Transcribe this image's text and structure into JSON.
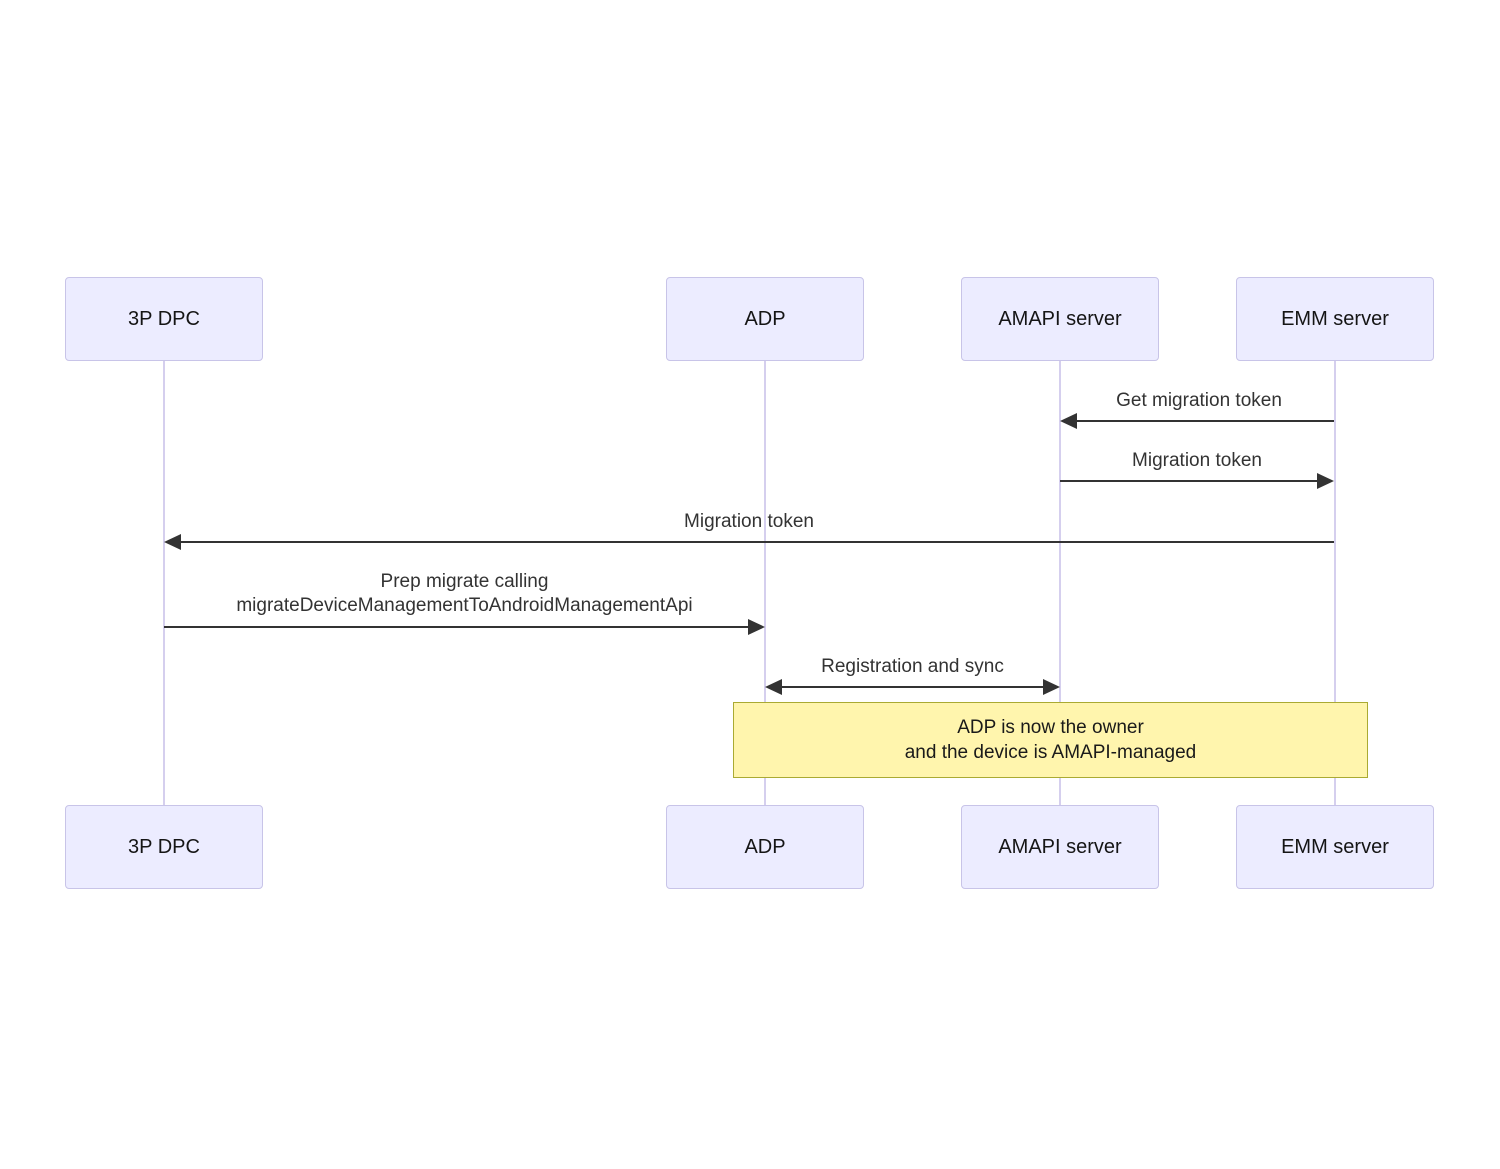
{
  "diagram": {
    "type": "sequence",
    "actors": [
      {
        "label": "3P DPC"
      },
      {
        "label": "ADP"
      },
      {
        "label": "AMAPI server"
      },
      {
        "label": "EMM server"
      }
    ],
    "messages": [
      {
        "from": "EMM server",
        "to": "AMAPI server",
        "direction": "left",
        "lines": [
          "Get migration token"
        ]
      },
      {
        "from": "AMAPI server",
        "to": "EMM server",
        "direction": "right",
        "lines": [
          "Migration token"
        ]
      },
      {
        "from": "EMM server",
        "to": "3P DPC",
        "direction": "left",
        "lines": [
          "Migration token"
        ]
      },
      {
        "from": "3P DPC",
        "to": "ADP",
        "direction": "right",
        "lines": [
          "Prep migrate calling",
          "migrateDeviceManagementToAndroidManagementApi"
        ]
      },
      {
        "from": "ADP",
        "to": "AMAPI server",
        "direction": "both",
        "lines": [
          "Registration and sync"
        ]
      }
    ],
    "note": {
      "over": "ADP, EMM server",
      "lines": [
        "ADP is now the owner",
        "and the device is AMAPI-managed"
      ]
    },
    "colors": {
      "actor_fill": "#ECECFF",
      "actor_border": "#C8C4E8",
      "lifeline": "#D5CFEE",
      "arrow": "#333333",
      "note_fill": "#FFF5AD",
      "note_border": "#AAAA33"
    }
  }
}
